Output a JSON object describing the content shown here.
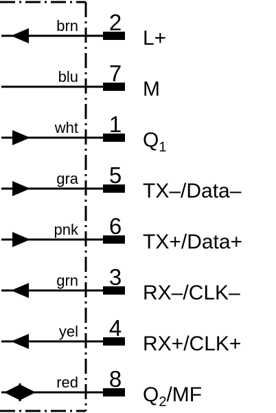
{
  "wiring": [
    {
      "color": "brn",
      "pin": "2",
      "signal": "L+",
      "signal_sub": "",
      "signal_rest": "",
      "direction": "in"
    },
    {
      "color": "blu",
      "pin": "7",
      "signal": "M",
      "signal_sub": "",
      "signal_rest": "",
      "direction": "none"
    },
    {
      "color": "wht",
      "pin": "1",
      "signal": "Q",
      "signal_sub": "1",
      "signal_rest": "",
      "direction": "out"
    },
    {
      "color": "gra",
      "pin": "5",
      "signal": "TX–/Data–",
      "signal_sub": "",
      "signal_rest": "",
      "direction": "out"
    },
    {
      "color": "pnk",
      "pin": "6",
      "signal": "TX+/Data+",
      "signal_sub": "",
      "signal_rest": "",
      "direction": "out"
    },
    {
      "color": "grn",
      "pin": "3",
      "signal": "RX–/CLK–",
      "signal_sub": "",
      "signal_rest": "",
      "direction": "in"
    },
    {
      "color": "yel",
      "pin": "4",
      "signal": "RX+/CLK+",
      "signal_sub": "",
      "signal_rest": "",
      "direction": "in"
    },
    {
      "color": "red",
      "pin": "8",
      "signal": "Q",
      "signal_sub": "2",
      "signal_rest": "/MF",
      "direction": "both"
    }
  ]
}
